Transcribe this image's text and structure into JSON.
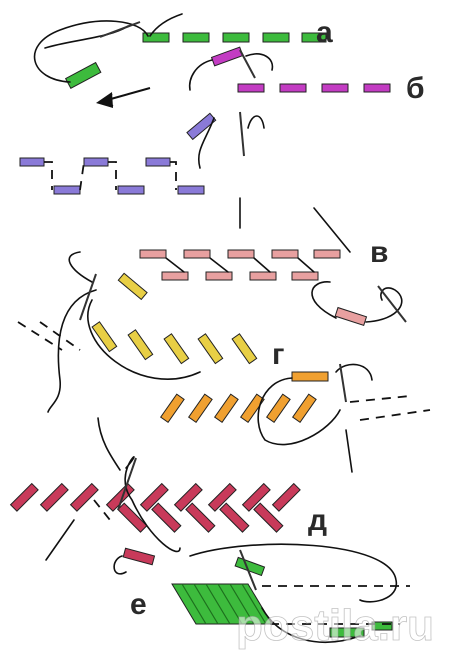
{
  "labels": {
    "a": "а",
    "b": "б",
    "v": "в",
    "g": "г",
    "d": "д",
    "e": "е"
  },
  "watermark": "postila.ru",
  "colors": {
    "green": "#3dbb3d",
    "magenta": "#c33cc3",
    "violet": "#8a7ad8",
    "pink": "#e8a0a0",
    "yellow": "#e8cf45",
    "orange": "#f0a030",
    "crimson": "#c83a5a",
    "thread": "#111111",
    "outline": "#222222"
  }
}
